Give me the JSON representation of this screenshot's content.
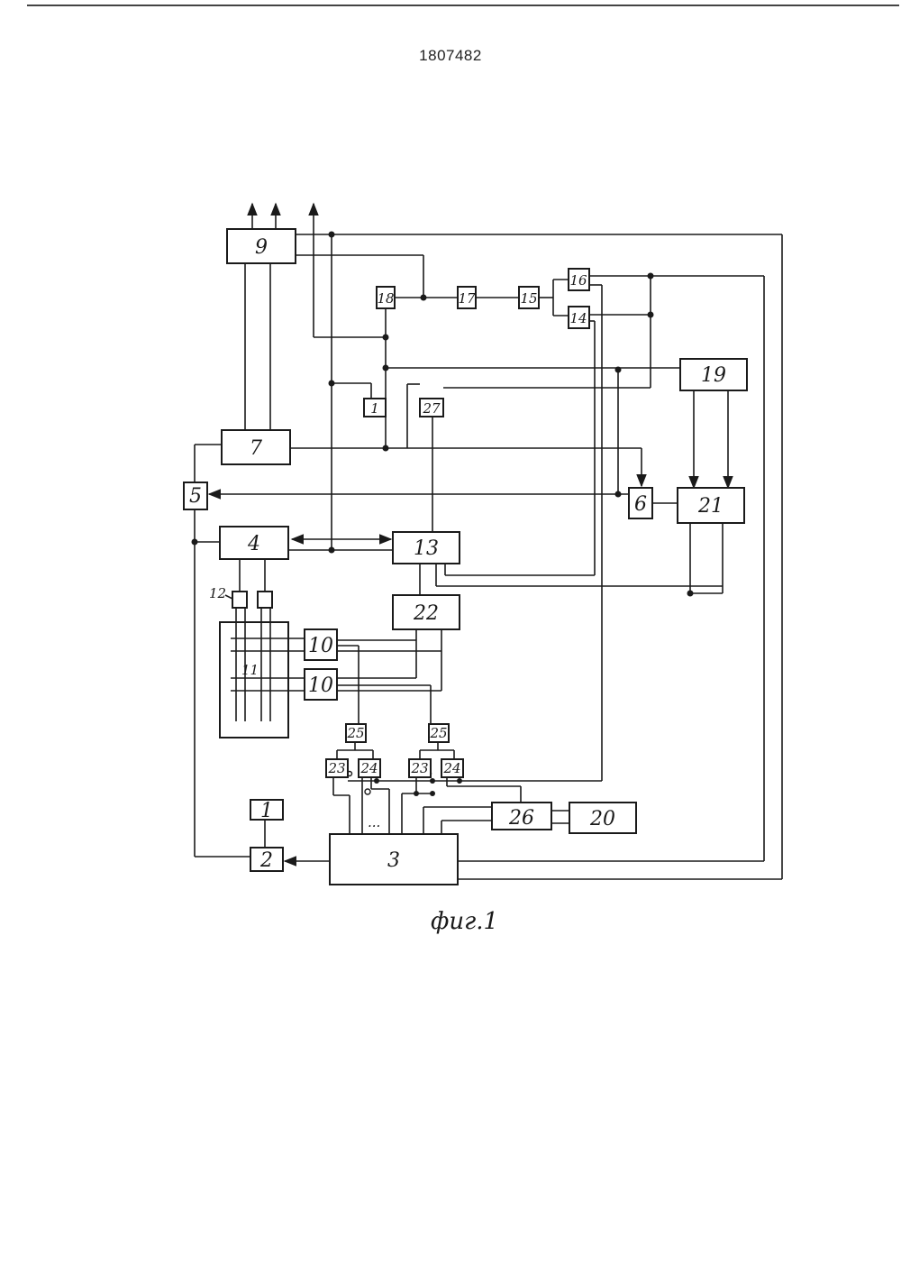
{
  "header": {
    "patent_number": "1807482"
  },
  "caption": "фиг.1",
  "blocks": {
    "b9": "9",
    "b18": "18",
    "b17": "17",
    "b15": "15",
    "b16": "16",
    "b14": "14",
    "b1a": "1",
    "b27": "27",
    "b19": "19",
    "b7": "7",
    "b5": "5",
    "b6": "6",
    "b21": "21",
    "b4": "4",
    "b13": "13",
    "b22": "22",
    "b12": "12",
    "b11": "11",
    "b10a": "10",
    "b10b": "10",
    "b25a": "25",
    "b25b": "25",
    "b23a": "23",
    "b24a": "24",
    "b23b": "23",
    "b24b": "24",
    "b26": "26",
    "b20": "20",
    "b1b": "1",
    "b2": "2",
    "b3": "3"
  },
  "ellipsis": "..."
}
